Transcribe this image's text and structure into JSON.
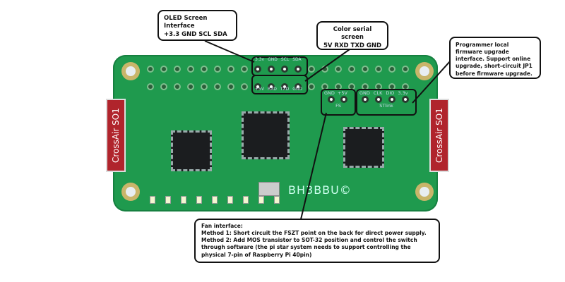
{
  "callouts": {
    "oled": {
      "title": "OLED Screen Interface",
      "pins": "+3.3 GND SCL SDA"
    },
    "color_serial": {
      "title": "Color serial screen",
      "pins": "5V RXD TXD GND"
    },
    "programmer": {
      "text": "Programmer local firmware upgrade interface. Support online upgrade, short-circuit JP1 before firmware upgrade."
    },
    "fan": {
      "title": "Fan interface:",
      "method1": "Method 1: Short circuit the FSZT point on the back for direct power supply.",
      "method2": "Method 2: Add MOS transistor to SOT-32 position and control the switch through software (the pi star system needs to support controlling the physical 7-pin of Raspberry Pi 40pin)"
    }
  },
  "board": {
    "brand": "BH3BBU©",
    "module_label": "CrossAir SO1",
    "oled_silk": [
      "3.3v",
      "GND",
      "SCL",
      "SDA"
    ],
    "serial_silk": [
      "+5V",
      "RXD",
      "TXD",
      "GND"
    ],
    "fs_silk": {
      "pins": [
        "GND",
        "+5V"
      ],
      "name": "FS"
    },
    "stlink_silk": {
      "pins": [
        "GND",
        "CLK",
        "DIO",
        "3.3v"
      ],
      "name": "STlink"
    }
  },
  "colors": {
    "pcb": "#1f9a4e",
    "module": "#b0242c"
  }
}
